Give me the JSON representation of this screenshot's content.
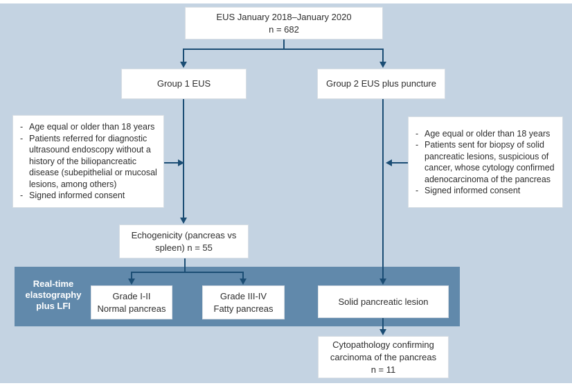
{
  "diagram": {
    "bullet_marker": "-",
    "top_box": {
      "line1": "EUS January 2018–January 2020",
      "line2": "n = 682"
    },
    "group1_box": {
      "label": "Group 1 EUS"
    },
    "group2_box": {
      "label": "Group 2 EUS plus puncture"
    },
    "left_criteria": {
      "items": [
        "Age equal or older than 18 years",
        "Patients referred for diagnostic ultrasound endoscopy without a history of the biliopancreatic disease (subepithelial or mucosal lesions, among others)",
        "Signed informed consent"
      ]
    },
    "right_criteria": {
      "items": [
        "Age equal or older than 18 years",
        "Patients sent for biopsy of solid pancreatic lesions, suspicious of cancer, whose cytology confirmed adenocarcinoma of the pancreas",
        "Signed informed consent"
      ]
    },
    "echogenicity_box": {
      "line1": "Echogenicity (pancreas vs",
      "line2": "spleen) n = 55"
    },
    "band_label": {
      "line1": "Real-time",
      "line2": "elastography",
      "line3": "plus LFI"
    },
    "grade_1_2_box": {
      "line1": "Grade I-II",
      "line2": "Normal pancreas"
    },
    "grade_3_4_box": {
      "line1": "Grade III-IV",
      "line2": "Fatty pancreas"
    },
    "solid_lesion_box": {
      "label": "Solid pancreatic lesion"
    },
    "cytopathology_box": {
      "line1": "Cytopathology confirming",
      "line2": "carcinoma of the pancreas",
      "line3": "n = 11"
    }
  },
  "colors": {
    "background": "#c4d3e2",
    "band": "#6189ab",
    "connector": "#1b4d74",
    "box_background": "#ffffff",
    "box_border": "#d8dee4",
    "text": "#2d2d2d",
    "band_text": "#ffffff"
  }
}
